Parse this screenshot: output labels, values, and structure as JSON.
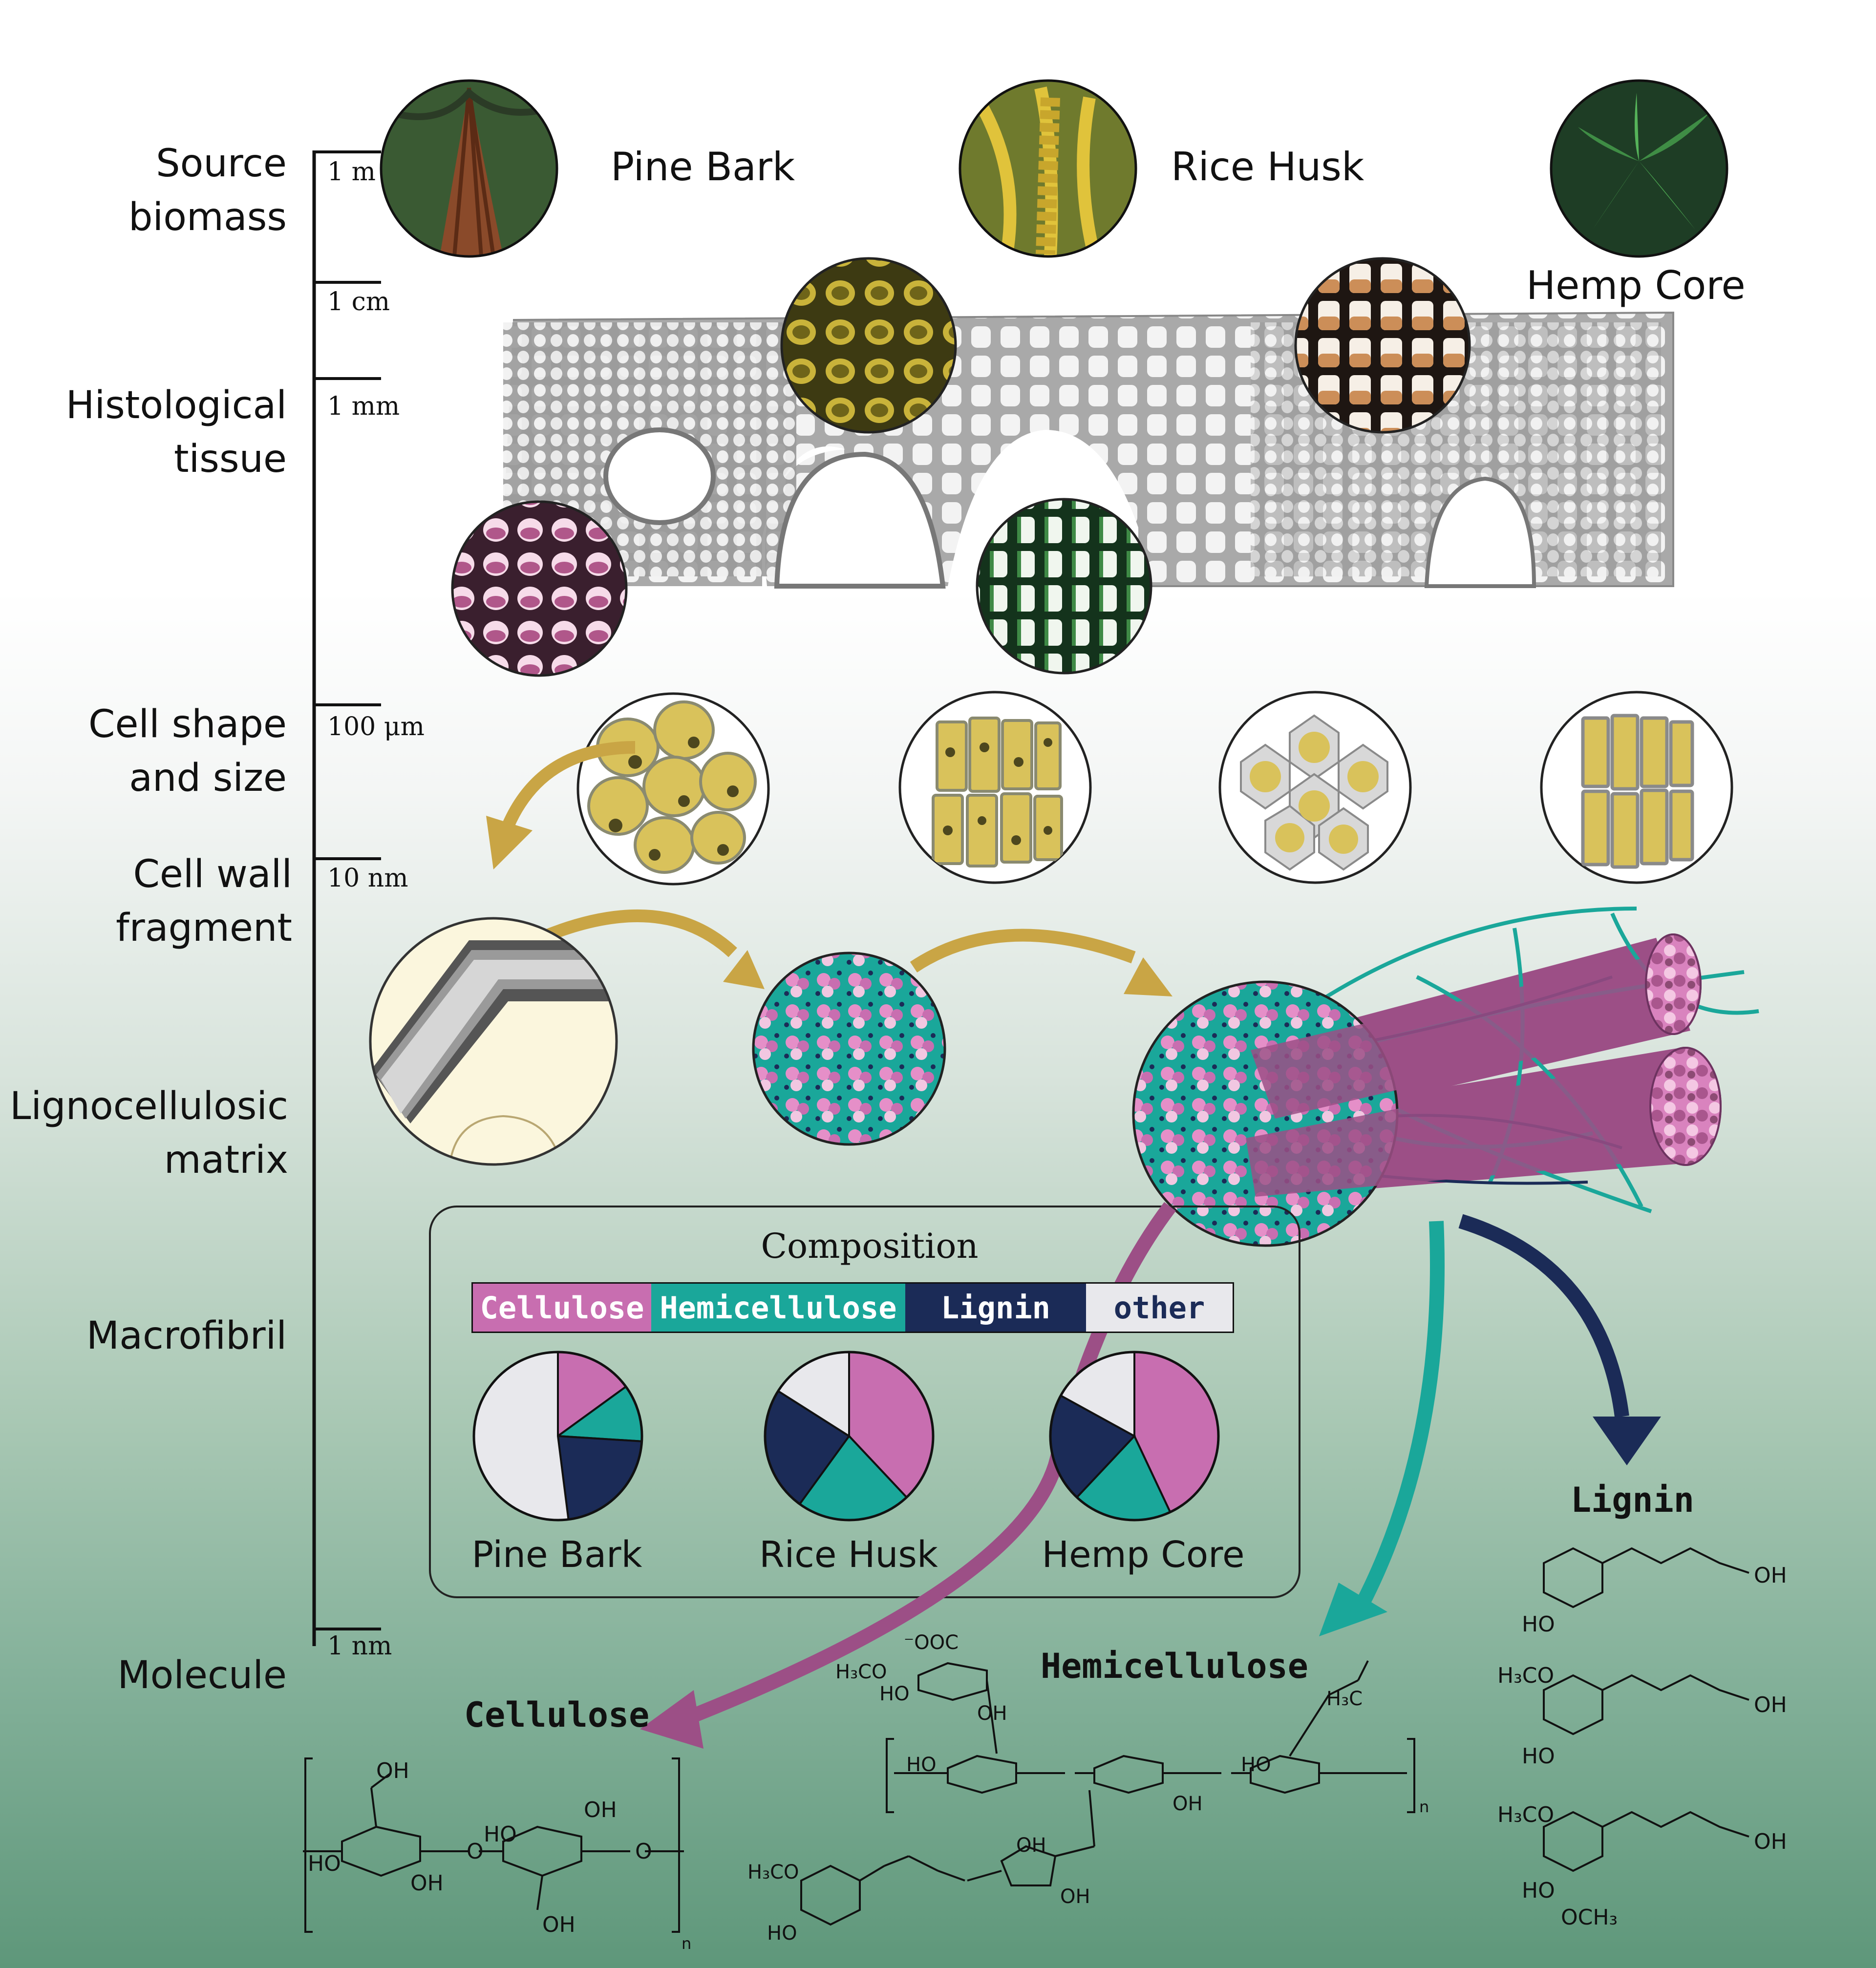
{
  "levels": {
    "source": "Source\nbiomass",
    "histological": "Histological\ntissue",
    "cell_shape": "Cell shape\nand size",
    "cell_wall": "Cell wall\nfragment",
    "lignocellulosic": "Lignocellulosic\nmatrix",
    "macrofibril": "Macrofibril",
    "molecule": "Molecule"
  },
  "scale_ticks": [
    "1 m",
    "1 cm",
    "1 mm",
    "100 μm",
    "10 nm",
    "1 nm"
  ],
  "sources": [
    "Pine Bark",
    "Rice Husk",
    "Hemp Core"
  ],
  "composition": {
    "title": "Composition",
    "legend": [
      "Cellulose",
      "Hemicellulose",
      "Lignin",
      "other"
    ],
    "colors": {
      "cellulose": "#c86eb0",
      "hemicellulose": "#1aa79a",
      "lignin": "#1b2b57",
      "other": "#e8e8ec"
    },
    "pies": [
      {
        "label": "Pine Bark",
        "cellulose": 0.15,
        "hemicellulose": 0.11,
        "lignin": 0.22,
        "other": 0.52
      },
      {
        "label": "Rice Husk",
        "cellulose": 0.38,
        "hemicellulose": 0.22,
        "lignin": 0.24,
        "other": 0.16
      },
      {
        "label": "Hemp Core",
        "cellulose": 0.43,
        "hemicellulose": 0.19,
        "lignin": 0.21,
        "other": 0.17
      }
    ]
  },
  "molecules": {
    "cellulose": "Cellulose",
    "hemicellulose": "Hemicellulose",
    "lignin": "Lignin"
  },
  "chem_labels": {
    "oh": "OH",
    "ho": "HO",
    "o": "O",
    "n": "n",
    "ooc": "⁻OOC",
    "h3co": "H₃CO",
    "h3c": "H₃C",
    "och3": "OCH₃"
  }
}
